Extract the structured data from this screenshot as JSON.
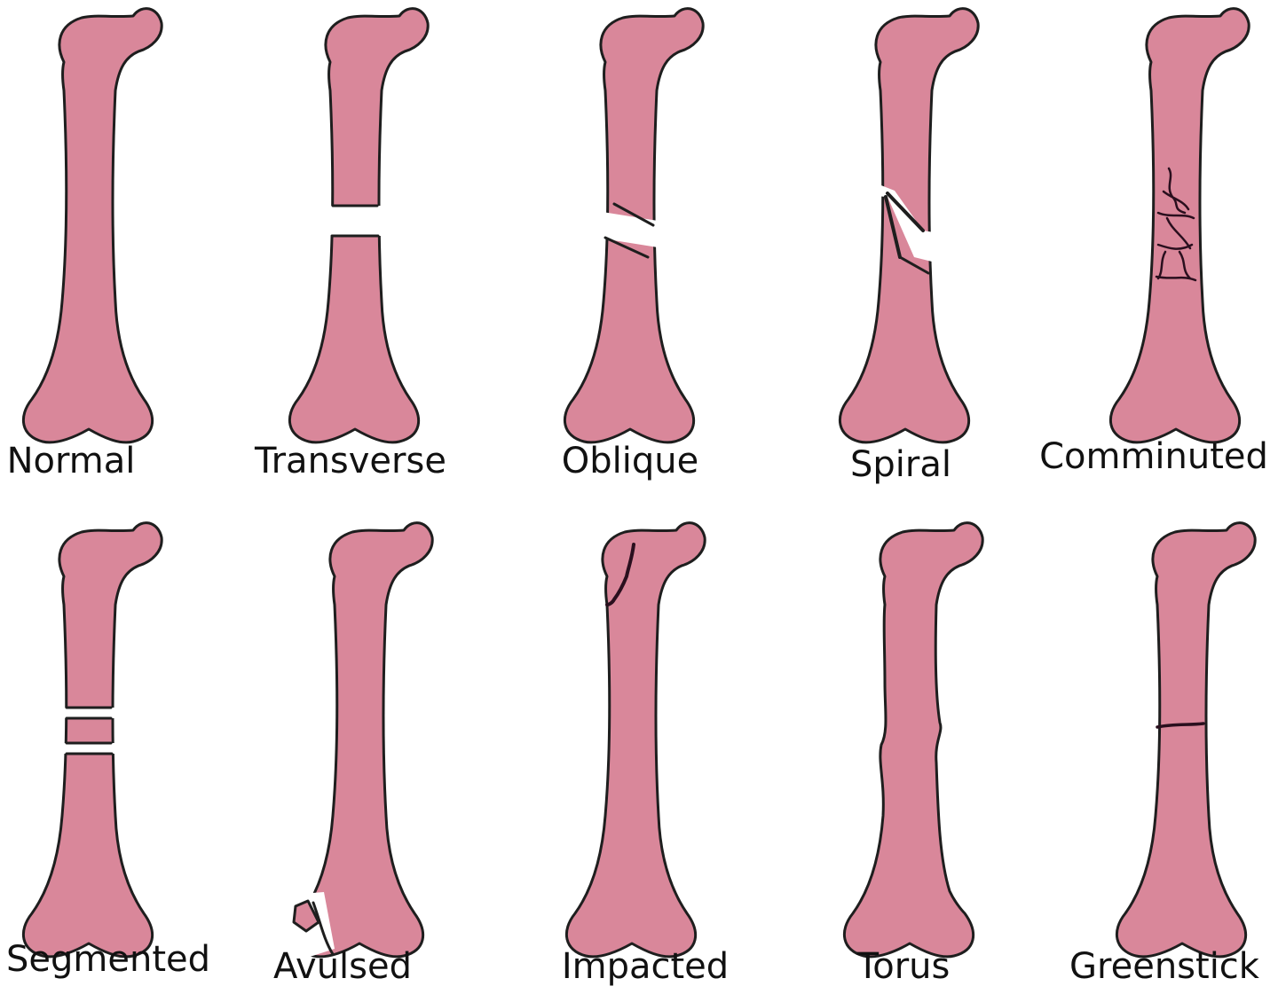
{
  "colors": {
    "bone_fill": "#d9879a",
    "bone_stroke": "#1e1e1e",
    "crack": "#2a0f1e",
    "background": "#ffffff"
  },
  "fracture_types": [
    {
      "label": "Normal",
      "fracture": "none"
    },
    {
      "label": "Transverse",
      "fracture": "transverse"
    },
    {
      "label": "Oblique",
      "fracture": "oblique"
    },
    {
      "label": "Spiral",
      "fracture": "spiral"
    },
    {
      "label": "Comminuted",
      "fracture": "comminuted"
    },
    {
      "label": "Segmented",
      "fracture": "segmented"
    },
    {
      "label": "Avulsed",
      "fracture": "avulsed"
    },
    {
      "label": "Impacted",
      "fracture": "impacted"
    },
    {
      "label": "Torus",
      "fracture": "torus"
    },
    {
      "label": "Greenstick",
      "fracture": "greenstick"
    }
  ]
}
